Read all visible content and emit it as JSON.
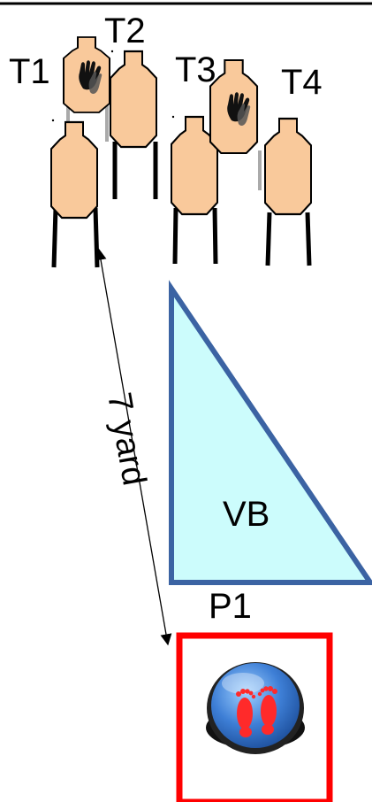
{
  "targets": [
    {
      "id": "t1",
      "label": "T1",
      "no_shoot_hand": true
    },
    {
      "id": "t2",
      "label": "T2",
      "no_shoot_hand": false
    },
    {
      "id": "t3",
      "label": "T3",
      "no_shoot_hand": true
    },
    {
      "id": "t4",
      "label": "T4",
      "no_shoot_hand": false
    }
  ],
  "distance_label": "7 yard",
  "barricade_label": "VB",
  "position_label": "P1",
  "colors": {
    "target_fill": "#f9c99b",
    "barricade_fill": "#ccfcfc",
    "barricade_stroke": "#3b63a3",
    "shooting_box": "#ff0000",
    "button_blue": "#3e7fd6",
    "feet": "#ff2a2a"
  },
  "icons": [
    "no-shoot-hand-icon",
    "stop-button-feet-icon"
  ]
}
